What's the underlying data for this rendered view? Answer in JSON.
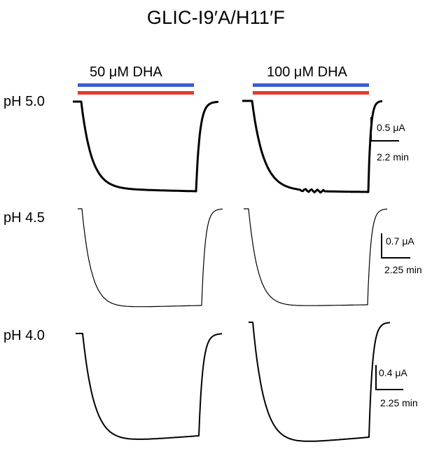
{
  "figure": {
    "title": "GLIC-I9′A/H11′F",
    "conditions": [
      {
        "label": "50 μM DHA",
        "bar_colors": [
          "#3a5cd6",
          "#e23a2e"
        ]
      },
      {
        "label": "100 μM DHA",
        "bar_colors": [
          "#3a5cd6",
          "#e23a2e"
        ]
      }
    ],
    "rows": [
      {
        "label": "pH 5.0",
        "scale_current": "0.5 μA",
        "scale_time": "2.2 min"
      },
      {
        "label": "pH 4.5",
        "scale_current": "0.7 μA",
        "scale_time": "2.25 min"
      },
      {
        "label": "pH 4.0",
        "scale_current": "0.4 μA",
        "scale_time": "2.25 min"
      }
    ]
  }
}
